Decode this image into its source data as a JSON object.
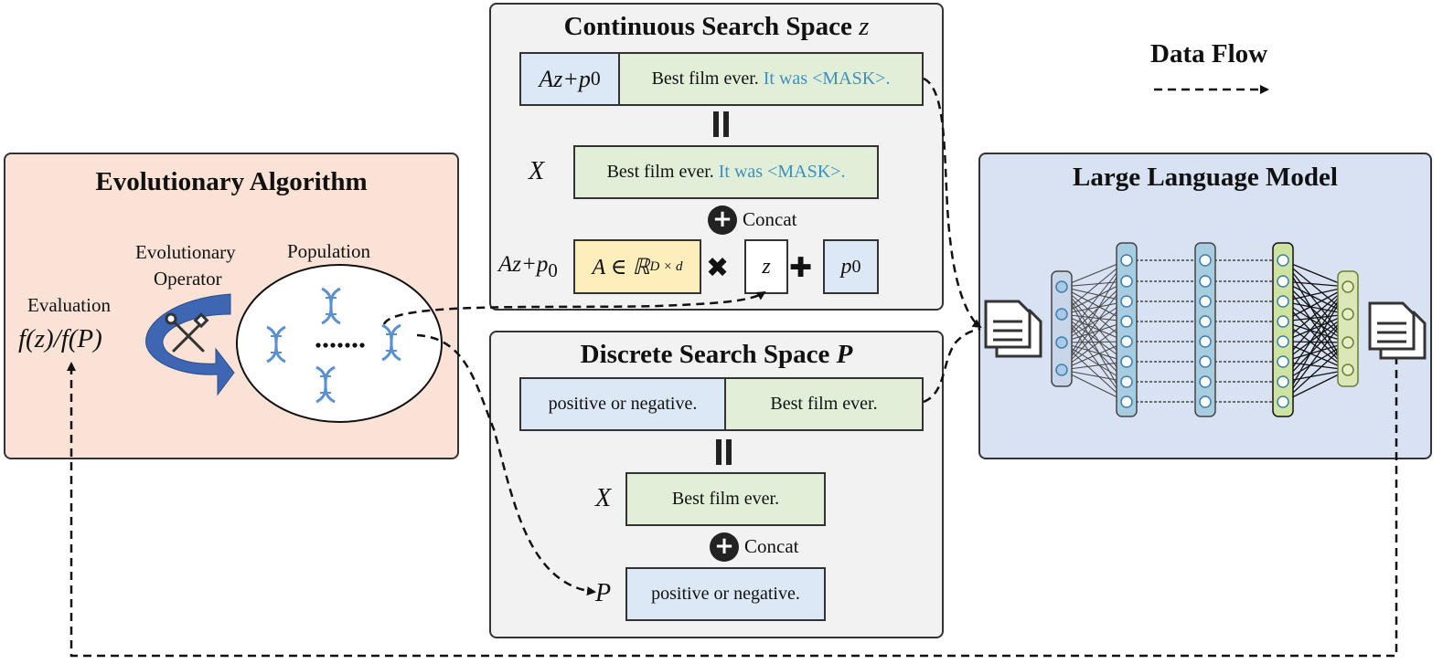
{
  "legend": {
    "label": "Data Flow"
  },
  "ea": {
    "title": "Evolutionary Algorithm",
    "evaluation_label": "Evaluation",
    "fitness_label": "f(z)/f(P)",
    "operator_label_line1": "Evolutionary",
    "operator_label_line2": "Operator",
    "population_label": "Population",
    "dots": "......"
  },
  "continuous": {
    "title": "Continuous Search Space ",
    "title_var": "z",
    "prompt_left": "Az+p",
    "prompt_left_sub": "0",
    "prompt_text": "Best film ever. ",
    "prompt_highlight": "It was <MASK>.",
    "equals": "=",
    "x_label": "X",
    "x_text": "Best film ever. ",
    "x_highlight": "It was <MASK>.",
    "concat": "Concat",
    "formula_label": "Az+p",
    "formula_label_sub": "0",
    "matrix": "A ∈ ℝ",
    "matrix_sup": "D × d",
    "times": "✖",
    "z": "z",
    "plus": "✚",
    "p0": "p",
    "p0_sub": "0"
  },
  "discrete": {
    "title": "Discrete Search Space ",
    "title_var": "P",
    "prompt_left": "positive or negative.",
    "prompt_right": "Best film ever.",
    "equals": "=",
    "x_label": "X",
    "x_text": "Best film ever.",
    "concat": "Concat",
    "p_label": "P",
    "p_text": "positive or negative."
  },
  "llm": {
    "title": "Large Language Model"
  },
  "colors": {
    "ea_bg": "#fae3d6",
    "space_bg": "#f2f2f2",
    "llm_bg": "#d8e2f2",
    "green": "#e1efd9",
    "blue": "#dce8f5",
    "yellow": "#fdeebb",
    "highlight_text": "#3e8fbd",
    "arrow_blue": "#3f66b3"
  }
}
